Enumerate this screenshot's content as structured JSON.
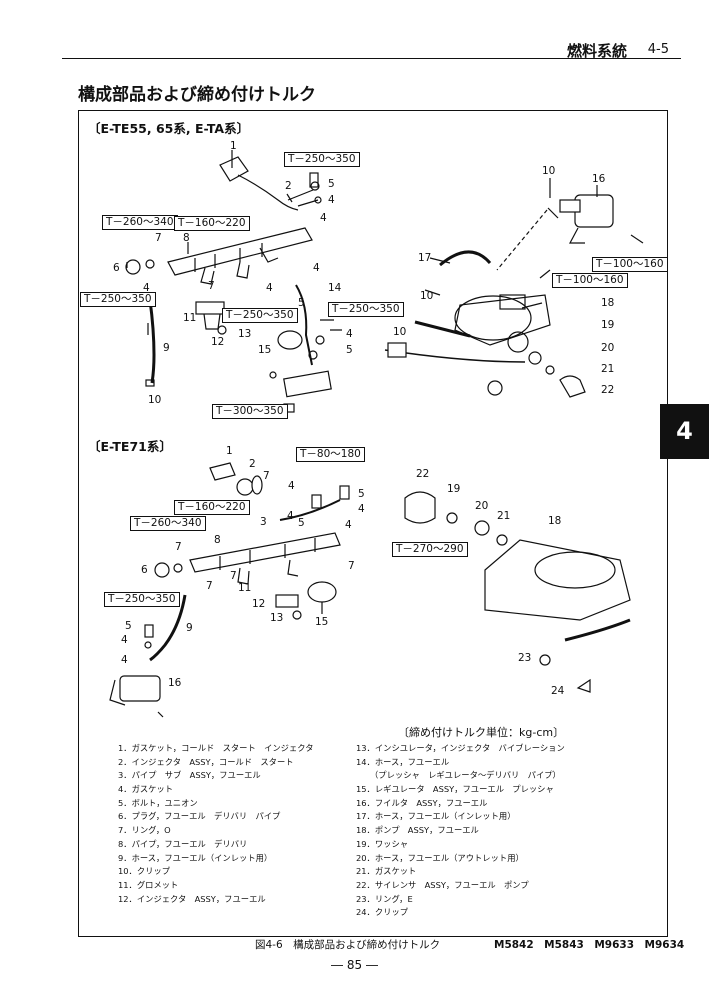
{
  "header": {
    "section": "燃料系統",
    "number": "4-5"
  },
  "title": "構成部品および締め付けトルク",
  "chapter_tab": "4",
  "sections": {
    "top": "〔E-TE55, 65系, E-TA系〕",
    "bottom": "〔E-TE71系〕"
  },
  "torques": {
    "t1": "T－250～350",
    "t2": "T－260～340",
    "t3": "T－160～220",
    "t4": "T－250～350",
    "t5": "T－250～350",
    "t6": "T－250～350",
    "t7": "T－300～350",
    "t8": "T－100～160",
    "t9": "T－100～160",
    "t10": "T－80～180",
    "t11": "T－160～220",
    "t12": "T－260～340",
    "t13": "T－250～350",
    "t14": "T－270～290"
  },
  "torque_unit": "〔締め付けトルク単位：kg-cm〕",
  "legend_left": [
    "1．ガスケット，コールド　スタート　インジェクタ",
    "2．インジェクタ　ASSY，コールド　スタート",
    "3．パイプ　サブ　ASSY，フユーエル",
    "4．ガスケット",
    "5．ボルト，ユニオン",
    "6．プラグ，フユーエル　デリバリ　パイプ",
    "7．リング，O",
    "8．パイプ，フユーエル　デリバリ",
    "9．ホース，フユーエル（インレット用）",
    "10．クリップ",
    "11．グロメット",
    "12．インジェクタ　ASSY，フユーエル"
  ],
  "legend_right": [
    "13．インシユレータ，インジェクタ　バイブレーション",
    "14．ホース，フユーエル",
    "（プレッシャ　レギユレータ～デリバリ　パイプ）",
    "15．レギユレータ　ASSY，フユーエル　プレッシャ",
    "16．フイルタ　ASSY，フユーエル",
    "17．ホース，フユーエル（インレット用）",
    "18．ポンプ　ASSY，フユーエル",
    "19．ワッシャ",
    "20．ホース，フユーエル（アウトレット用）",
    "21．ガスケット",
    "22．サイレンサ　ASSY，フユーエル　ポンプ",
    "23．リング，E",
    "24．クリップ"
  ],
  "caption": "図4-6　構成部品および締め付けトルク",
  "models": "M5842　M5843　M9633　M9634",
  "page_number": "― 85 ―"
}
